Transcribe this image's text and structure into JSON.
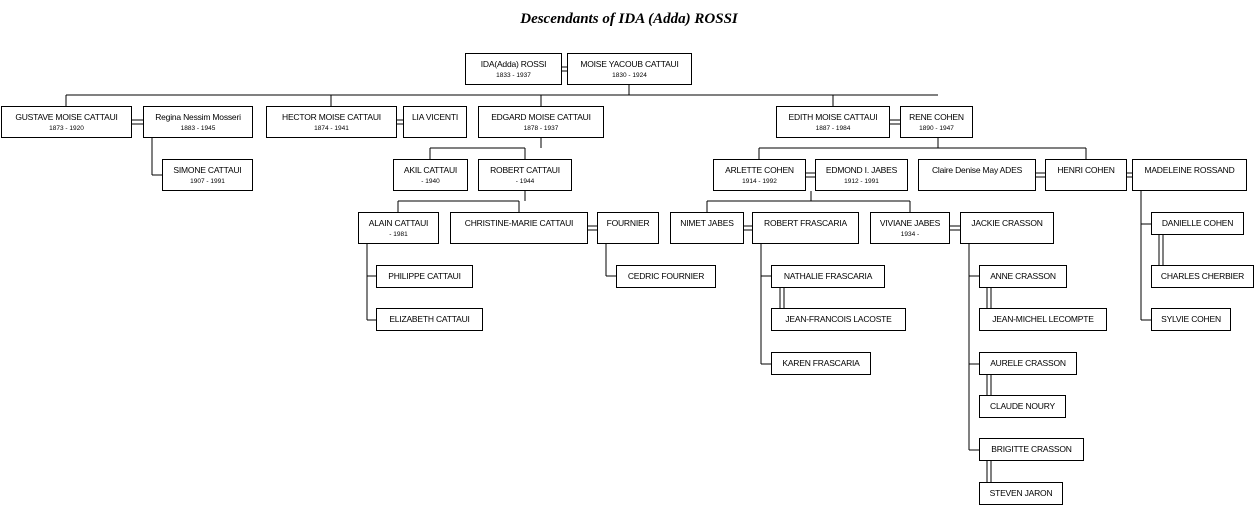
{
  "title": "Descendants of IDA (Adda) ROSSI",
  "people": {
    "ida": {
      "name": "IDA(Adda) ROSSI",
      "dates": "1833 - 1937"
    },
    "moise": {
      "name": "MOISE YACOUB CATTAUI",
      "dates": "1830 - 1924"
    },
    "gustave": {
      "name": "GUSTAVE MOISE CATTAUI",
      "dates": "1873 - 1920"
    },
    "regina": {
      "name": "Regina Nessim Mosseri",
      "dates": "1883 - 1945"
    },
    "simone": {
      "name": "SIMONE CATTAUI",
      "dates": "1907 - 1991"
    },
    "hector": {
      "name": "HECTOR MOISE CATTAUI",
      "dates": "1874 - 1941"
    },
    "lia": {
      "name": "LIA VICENTI",
      "dates": ""
    },
    "edgard": {
      "name": "EDGARD MOISE CATTAUI",
      "dates": "1878 - 1937"
    },
    "akil": {
      "name": "AKIL CATTAUI",
      "dates": "- 1940"
    },
    "robertc": {
      "name": "ROBERT CATTAUI",
      "dates": "- 1944"
    },
    "alain": {
      "name": "ALAIN CATTAUI",
      "dates": "- 1981"
    },
    "philippe": {
      "name": "PHILIPPE CATTAUI",
      "dates": ""
    },
    "elizabeth": {
      "name": "ELIZABETH CATTAUI",
      "dates": ""
    },
    "christine": {
      "name": "CHRISTINE-MARIE CATTAUI",
      "dates": ""
    },
    "fournier": {
      "name": "FOURNIER",
      "dates": ""
    },
    "cedric": {
      "name": "CEDRIC FOURNIER",
      "dates": ""
    },
    "edith": {
      "name": "EDITH MOISE CATTAUI",
      "dates": "1887 - 1984"
    },
    "rene": {
      "name": "RENE COHEN",
      "dates": "1890 - 1947"
    },
    "arlette": {
      "name": "ARLETTE COHEN",
      "dates": "1914 - 1992"
    },
    "edmond": {
      "name": "EDMOND I. JABES",
      "dates": "1912 - 1991"
    },
    "nimet": {
      "name": "NIMET JABES",
      "dates": ""
    },
    "robertf": {
      "name": "ROBERT FRASCARIA",
      "dates": ""
    },
    "nathalie": {
      "name": "NATHALIE FRASCARIA",
      "dates": ""
    },
    "jeanf": {
      "name": "JEAN-FRANCOIS LACOSTE",
      "dates": ""
    },
    "karen": {
      "name": "KAREN FRASCARIA",
      "dates": ""
    },
    "viviane": {
      "name": "VIVIANE JABES",
      "dates": "1934 -"
    },
    "jackie": {
      "name": "JACKIE CRASSON",
      "dates": ""
    },
    "anne": {
      "name": "ANNE CRASSON",
      "dates": ""
    },
    "jeanm": {
      "name": "JEAN-MICHEL LECOMPTE",
      "dates": ""
    },
    "aurele": {
      "name": "AURELE CRASSON",
      "dates": ""
    },
    "claude": {
      "name": "CLAUDE NOURY",
      "dates": ""
    },
    "brigitte": {
      "name": "BRIGITTE CRASSON",
      "dates": ""
    },
    "steven": {
      "name": "STEVEN JARON",
      "dates": ""
    },
    "claire": {
      "name": "Claire Denise May ADES",
      "dates": ""
    },
    "henri": {
      "name": "HENRI COHEN",
      "dates": ""
    },
    "madeleine": {
      "name": "MADELEINE ROSSAND",
      "dates": ""
    },
    "danielle": {
      "name": "DANIELLE COHEN",
      "dates": ""
    },
    "charles": {
      "name": "CHARLES CHERBIER",
      "dates": ""
    },
    "sylvie": {
      "name": "SYLVIE COHEN",
      "dates": ""
    }
  }
}
